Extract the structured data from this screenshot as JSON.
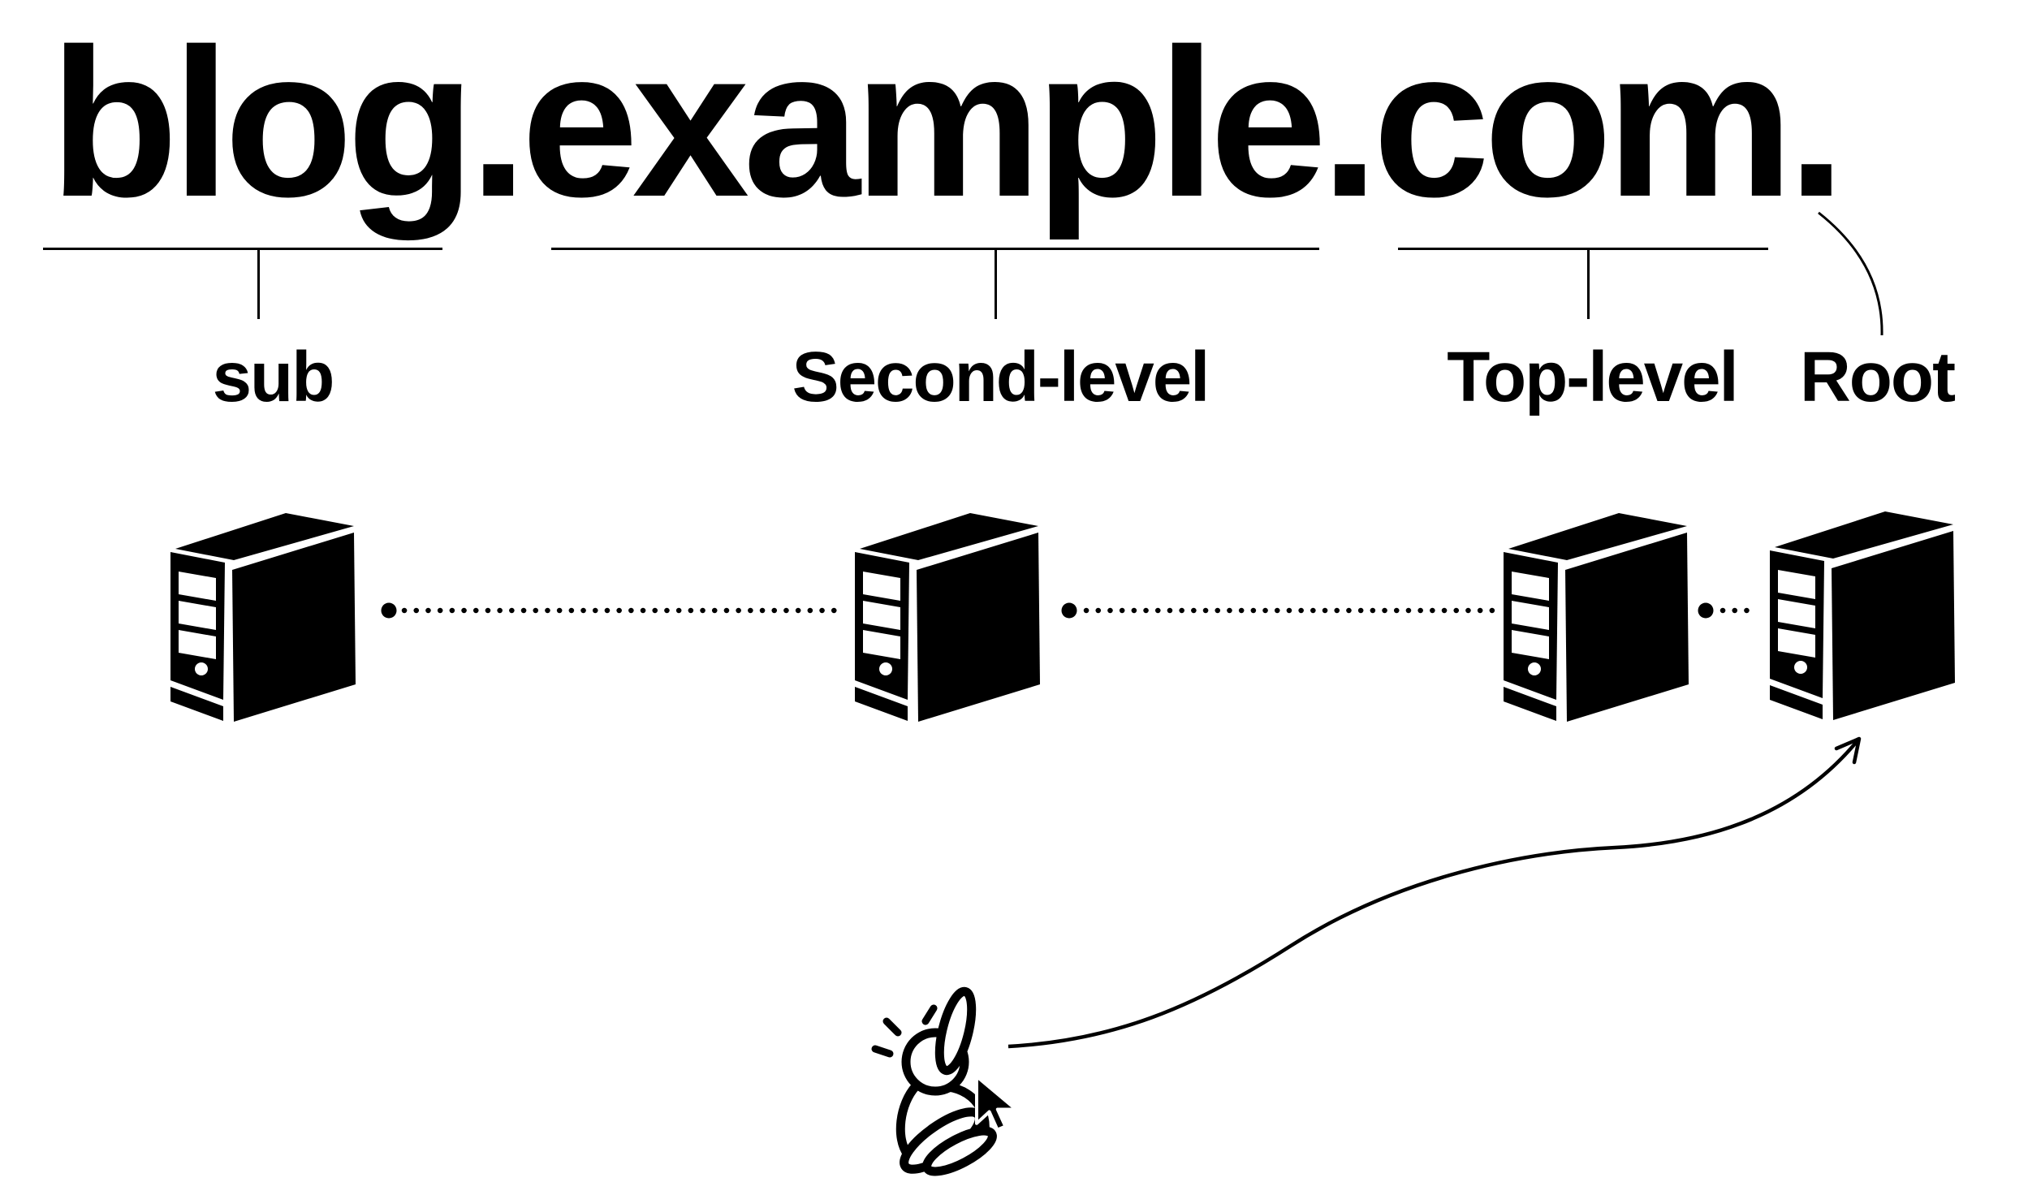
{
  "colors": {
    "ink": "#000000",
    "background": "#ffffff"
  },
  "title": {
    "text": "blog.example.com."
  },
  "domain_parts": [
    {
      "text": "blog",
      "level_label": "sub"
    },
    {
      "text": "example",
      "level_label": "Second-level"
    },
    {
      "text": "com",
      "level_label": "Top-level"
    },
    {
      "text": ".",
      "level_label": "Root"
    }
  ],
  "servers": [
    {
      "role": "sub-domain-server"
    },
    {
      "role": "second-level-domain-server"
    },
    {
      "role": "top-level-domain-server"
    },
    {
      "role": "root-server"
    }
  ],
  "icons": {
    "server": "dns-server-tower",
    "cursor": "mouse-pointer-arrow",
    "person": "person-pointing-up-doodle",
    "root_link": "curve-from-trailing-dot-to-root-label",
    "query_arrow": "curved-arrow-person-to-root-server",
    "connector": "dotted-line"
  }
}
